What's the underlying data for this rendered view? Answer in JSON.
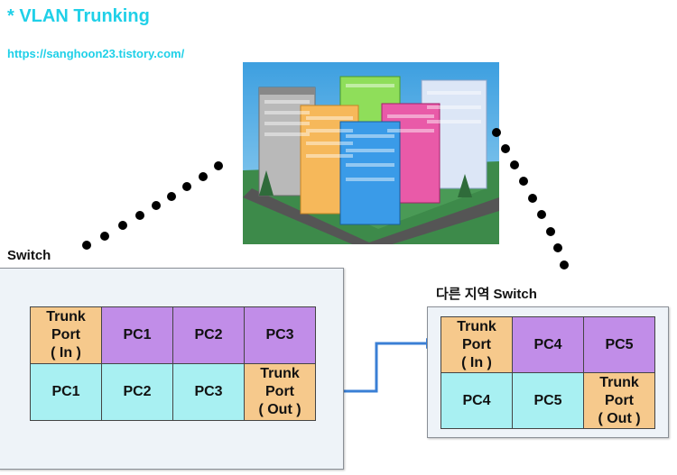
{
  "header": {
    "title": "* VLAN Trunking",
    "url": "https://sanghoon23.tistory.com/"
  },
  "switch_a": {
    "label": "Switch",
    "rows": [
      [
        "Trunk\nPort\n( In )",
        "PC1",
        "PC2",
        "PC3"
      ],
      [
        "PC1",
        "PC2",
        "PC3",
        "Trunk\nPort\n( Out )"
      ]
    ]
  },
  "switch_b": {
    "label": "다른 지역 Switch",
    "rows": [
      [
        "Trunk\nPort\n( In )",
        "PC4",
        "PC5"
      ],
      [
        "PC4",
        "PC5",
        "Trunk\nPort\n( Out )"
      ]
    ]
  },
  "colors": {
    "accent": "#1fd0e8",
    "trunk": "#f6c98c",
    "vlan_top": "#c18de8",
    "vlan_bottom": "#a8f0f2",
    "arrow": "#3a7fd5"
  },
  "image": {
    "icon": "city-buildings-illustration"
  }
}
